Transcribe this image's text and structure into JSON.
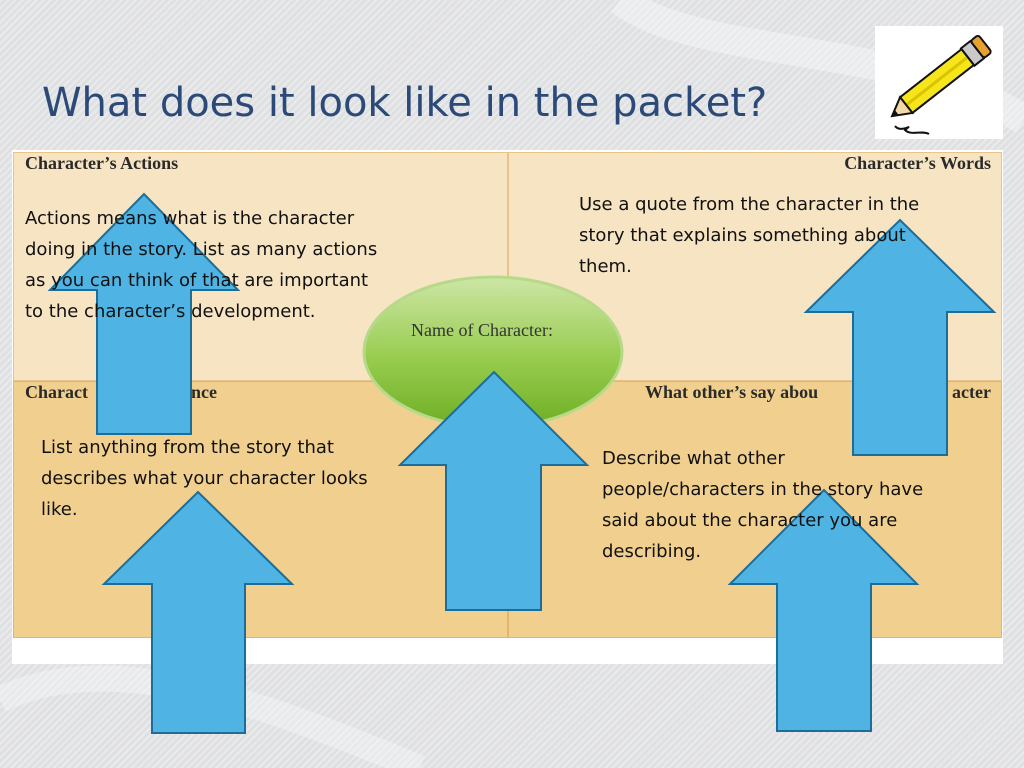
{
  "slide": {
    "title": "What does it look like in the packet?"
  },
  "packet": {
    "actions": {
      "heading": "Character’s Actions",
      "text": "Actions means what is the character doing in the story. List as many actions as you can think of that are important to the character’s development."
    },
    "words": {
      "heading": "Character’s Words",
      "text": "Use a quote from the character in the story that explains something about them."
    },
    "appearance": {
      "heading_left": "Charact",
      "heading_right": "arance",
      "text": "List anything from the story that describes what your character looks like."
    },
    "others": {
      "heading_left": "What other’s say abou",
      "heading_right": "acter",
      "text": "Describe what other people/characters in the story have said about the character you are describing."
    },
    "center": {
      "label": "Name of Character:"
    }
  },
  "colors": {
    "title": "#2b4a78",
    "quadrant_light": "#f7e4c3",
    "quadrant_dark": "#f1d08f",
    "arrow_fill": "#4fb3e3",
    "arrow_stroke": "#1c6d99",
    "oval": "#8cc63f"
  },
  "icons": {
    "clipart": "pencil-icon"
  }
}
